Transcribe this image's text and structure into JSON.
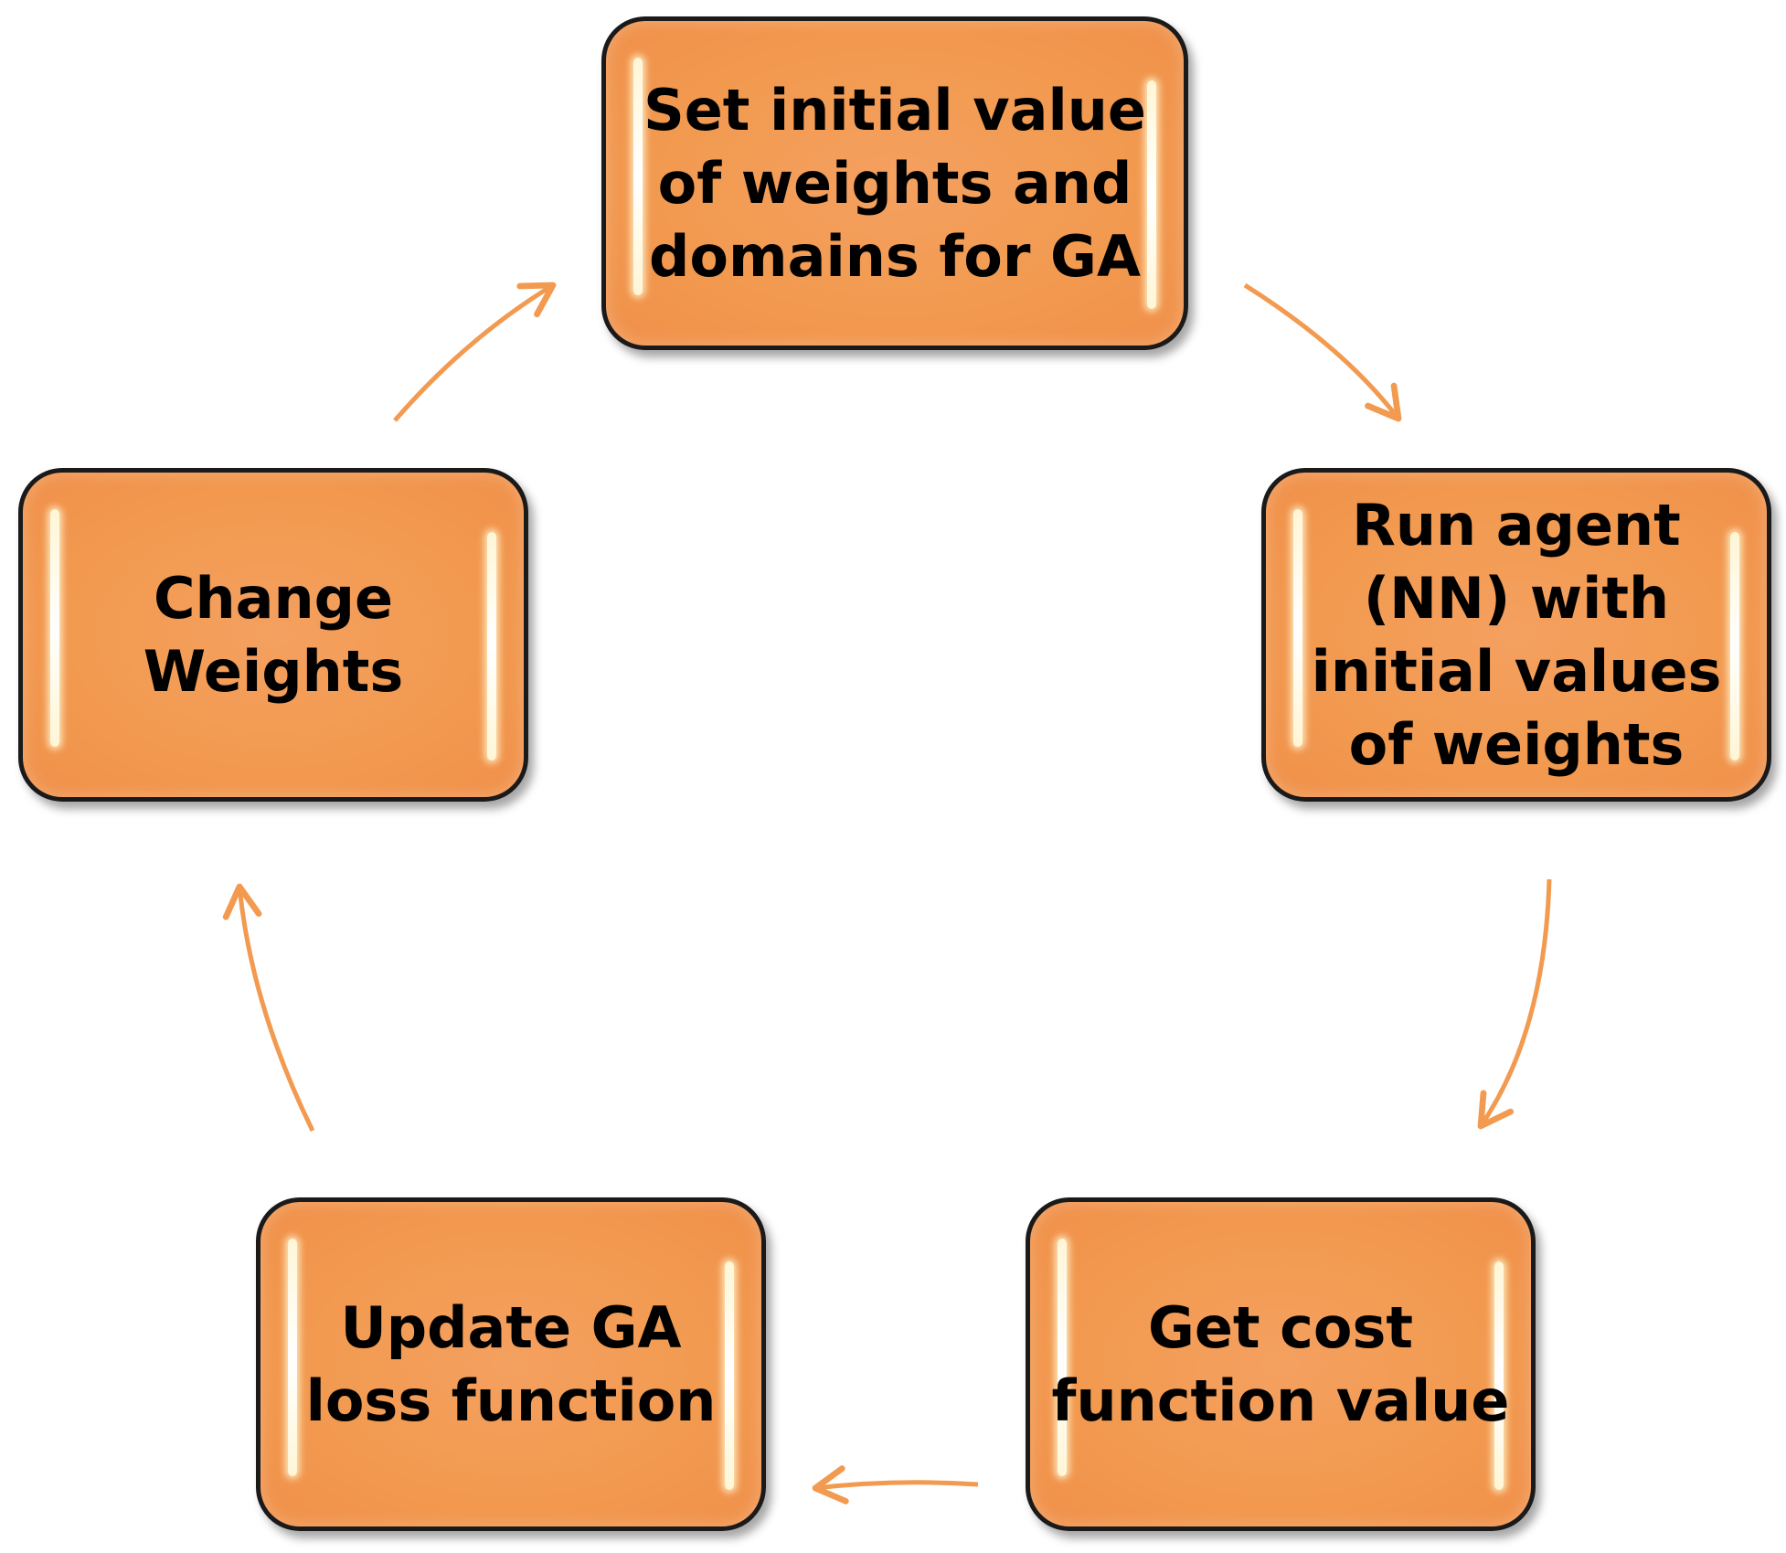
{
  "colors": {
    "box_fill": "#f29a50",
    "box_border": "#1a1a1a",
    "arrow": "#f29a50",
    "text": "#000000"
  },
  "steps": [
    {
      "id": "set-initial",
      "label": "Set initial value\nof weights and\ndomains for GA"
    },
    {
      "id": "run-agent",
      "label": "Run agent\n(NN) with\ninitial values\nof weights"
    },
    {
      "id": "get-cost",
      "label": "Get cost\nfunction value"
    },
    {
      "id": "update-ga",
      "label": "Update GA\nloss function"
    },
    {
      "id": "change-weights",
      "label": "Change\nWeights"
    }
  ],
  "flow": [
    {
      "from": "set-initial",
      "to": "run-agent"
    },
    {
      "from": "run-agent",
      "to": "get-cost"
    },
    {
      "from": "get-cost",
      "to": "update-ga"
    },
    {
      "from": "update-ga",
      "to": "change-weights"
    },
    {
      "from": "change-weights",
      "to": "set-initial"
    }
  ]
}
